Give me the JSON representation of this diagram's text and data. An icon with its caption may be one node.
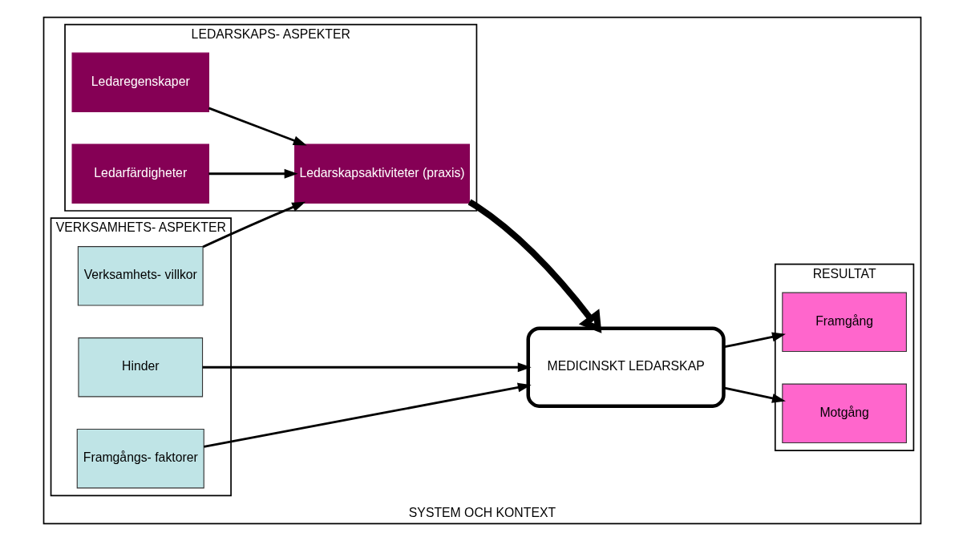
{
  "diagram": {
    "nodes": [
      {
        "text": [
          "SYSTEM OCH KONTEXT"
        ]
      },
      {
        "text": [
          "VERKSAMHETS- ASPEKTER"
        ],
        "in": 0
      },
      {
        "text": [
          "Verksamhets- villkor"
        ],
        "in": 1
      },
      {
        "text": [
          "Framgångs- faktorer"
        ],
        "in": 1
      },
      {
        "text": [
          "Hinder"
        ],
        "in": 1
      },
      {
        "text": [
          "LEDARSKAPS- ASPEKTER"
        ],
        "in": 0
      },
      {
        "text": [
          "Ledaregenskaper"
        ],
        "in": 5
      },
      {
        "text": [
          "Ledarfärdigheter"
        ],
        "in": 5
      },
      {
        "text": [
          "Ledarskapsaktiviteter (praxis)"
        ],
        "in": 5
      },
      {
        "text": [
          "MEDICINSKT LEDARSKAP"
        ],
        "in": 0
      },
      {
        "text": [
          "RESULTAT"
        ],
        "in": 0
      },
      {
        "text": [
          "Framgång"
        ],
        "in": 10
      },
      {
        "text": [
          "Motgång"
        ],
        "in": 10
      }
    ],
    "edges": [
      {
        "from": 2,
        "to": 8,
        "arrow": "to"
      },
      {
        "from": 6,
        "to": 8,
        "arrow": "to"
      },
      {
        "from": 7,
        "to": 8,
        "arrow": "to"
      },
      {
        "from": 8,
        "to": 9,
        "arrow": "to",
        "style": "thick"
      },
      {
        "from": 3,
        "to": 9,
        "arrow": "to"
      },
      {
        "from": 4,
        "to": 9,
        "arrow": "to"
      },
      {
        "from": 9,
        "to": 11,
        "arrow": "to"
      },
      {
        "from": 9,
        "to": 12,
        "arrow": "to"
      }
    ]
  }
}
